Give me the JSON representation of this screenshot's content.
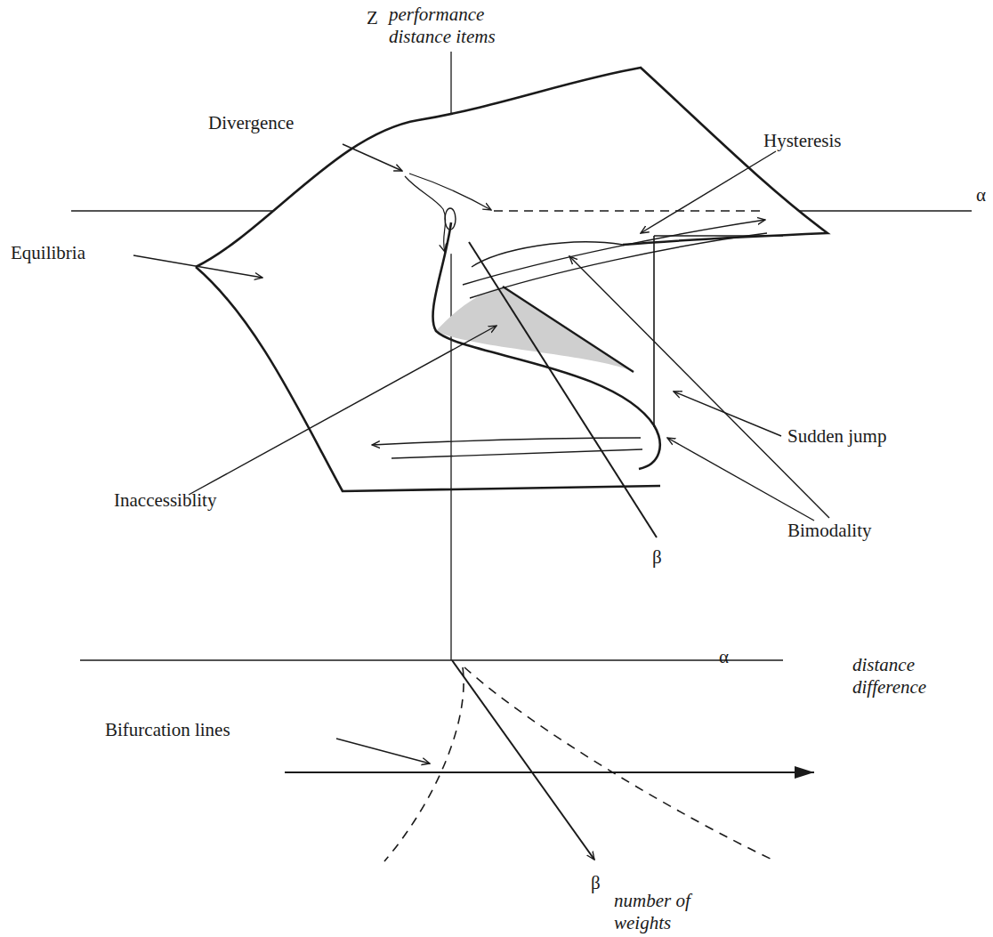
{
  "diagram": {
    "labels": [
      "Z",
      "performance distance items",
      "Divergence",
      "Hysteresis",
      "α",
      "Equilibria",
      "Sudden jump",
      "Inaccessiblity",
      "β",
      "Bimodality",
      "α",
      "distance difference",
      "Bifurcation lines",
      "β",
      "number of weights"
    ]
  }
}
